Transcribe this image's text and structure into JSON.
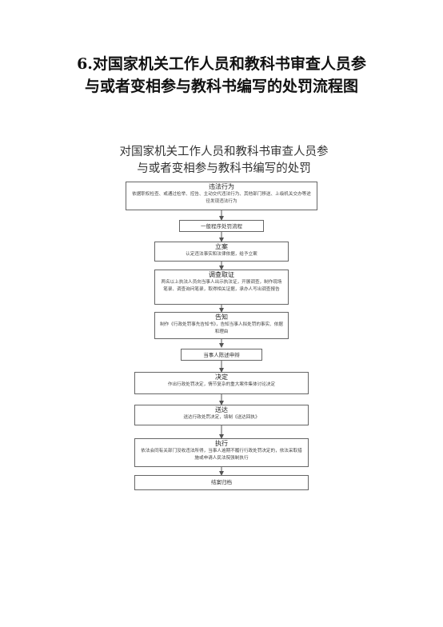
{
  "page_title": {
    "line1": "6.对国家机关工作人员和教科书审查人员参",
    "line2": "与或者变相参与教科书编写的处罚流程图"
  },
  "chart_title": {
    "line1": "对国家机关工作人员和教科书审查人员参",
    "line2": "与或者变相参与教科书编写的处罚"
  },
  "steps": [
    {
      "title": "违法行为",
      "text": "依据职权检查、或通过检举、控告、主动交代违法行为、其他部门移送、上级机关交办等途径发现违法行为"
    },
    {
      "label": "一般程序处罚流程"
    },
    {
      "title": "立案",
      "text": "认定违法事实和法律依据，给予立案"
    },
    {
      "title": "调查取证",
      "text": "两名以上执法人员向当事人出示执法证，开展调查，制作现场笔录、调查询问笔录，取得相关证据，承办人写出调查报告"
    },
    {
      "title": "告知",
      "text": "制作《行政处罚事先告知书》，告知当事人拟处罚的事实、依据和理由"
    },
    {
      "label": "当事人陈述申辩"
    },
    {
      "title": "决定",
      "text": "作出行政处罚决定，情节复杂的重大案件集体讨论决定"
    },
    {
      "title": "送达",
      "text": "送达行政处罚决定，填制《送达回执》"
    },
    {
      "title": "执行",
      "text": "依法会同有关部门没收违法所得，当事人逾期不履行行政处罚决定的，依法采取措施或申请人民法院强制执行"
    },
    {
      "label": "结案归档"
    }
  ]
}
